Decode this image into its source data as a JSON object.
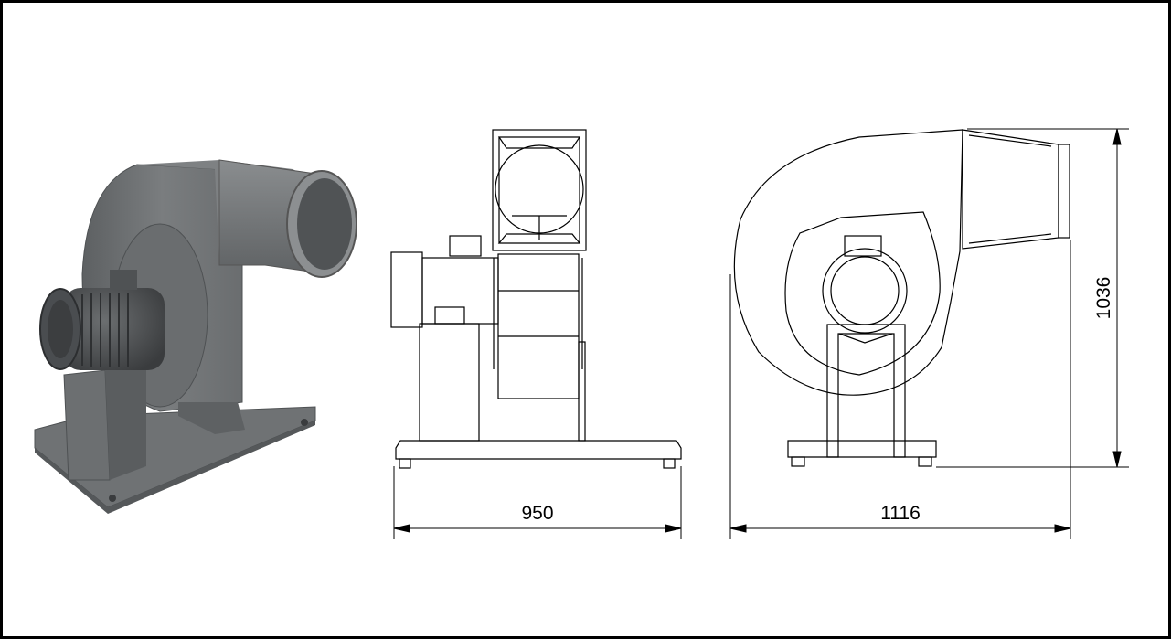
{
  "dimensions": {
    "front_width": "950",
    "side_width": "1116",
    "height": "1036"
  },
  "colors": {
    "frame": "#000000",
    "line": "#000000",
    "photo_body": "#6e7173",
    "photo_dark": "#4a4d50",
    "photo_light": "#8d9092",
    "background": "#ffffff"
  }
}
